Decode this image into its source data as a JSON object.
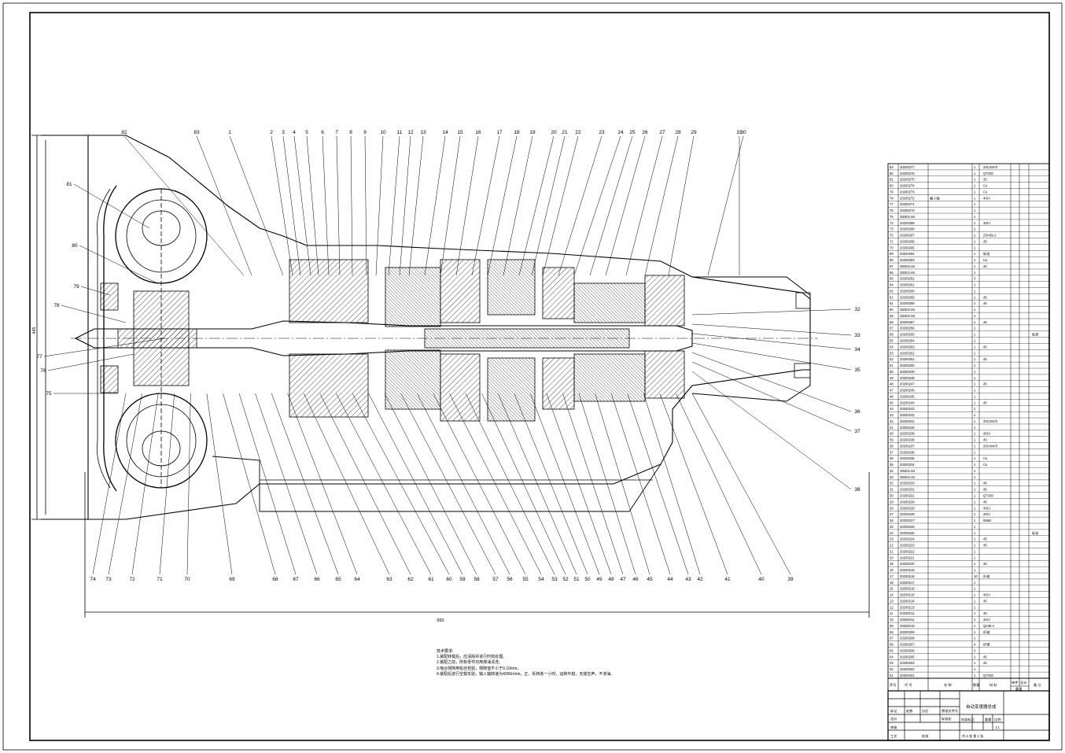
{
  "drawing": {
    "overall_width_dim": "950",
    "overall_height_dim": "445"
  },
  "callouts_top": [
    "82",
    "83",
    "1",
    "2",
    "3",
    "4",
    "5",
    "6",
    "7",
    "8",
    "9",
    "10",
    "11",
    "12",
    "13",
    "14",
    "15",
    "16",
    "17",
    "18",
    "19",
    "20",
    "21",
    "22",
    "23",
    "24",
    "25",
    "26",
    "27",
    "28",
    "29",
    "30",
    "31"
  ],
  "callouts_bottom": [
    "74",
    "73",
    "72",
    "71",
    "70",
    "69",
    "68",
    "67",
    "66",
    "65",
    "64",
    "63",
    "62",
    "61",
    "60",
    "59",
    "58",
    "57",
    "56",
    "55",
    "54",
    "53",
    "52",
    "51",
    "50",
    "49",
    "48",
    "47",
    "46",
    "45",
    "44",
    "43",
    "42",
    "41",
    "40",
    "39"
  ],
  "callouts_left": [
    "81",
    "80",
    "79",
    "78",
    "77",
    "76",
    "75"
  ],
  "callouts_right": [
    "32",
    "33",
    "34",
    "35",
    "36",
    "37",
    "38"
  ],
  "notes": {
    "title": "技术要求:",
    "lines": [
      "1.装配转载后，应清除并进行时效处理。",
      "2.装配之前，所有零件均用煤油清洗。",
      "3.啮合侧隙用铅丝检验，侧隙值不小于0.10mm。",
      "4.装配后进行空载实验，输入轴转速为4000r/min，正、反转各一小时，运转平稳，无撞击声，不渗油。"
    ]
  },
  "bom": {
    "rows": [
      {
        "no": "83",
        "code": "20200277",
        "name": "",
        "qty": "1",
        "mat": "20CrMnTi",
        "note": ""
      },
      {
        "no": "82",
        "code": "20200276",
        "name": "",
        "qty": "1",
        "mat": "QT330",
        "note": ""
      },
      {
        "no": "81",
        "code": "20200275",
        "name": "",
        "qty": "1",
        "mat": "35",
        "note": ""
      },
      {
        "no": "80",
        "code": "20200274",
        "name": "",
        "qty": "1",
        "mat": "Cu",
        "note": ""
      },
      {
        "no": "79",
        "code": "20200273",
        "name": "",
        "qty": "1",
        "mat": "Cu",
        "note": ""
      },
      {
        "no": "78",
        "code": "20200272",
        "name": "输入轴",
        "qty": "1",
        "mat": "40Cr",
        "note": ""
      },
      {
        "no": "77",
        "code": "20200271",
        "name": "",
        "qty": "1",
        "mat": "",
        "note": ""
      },
      {
        "no": "76",
        "code": "20200270",
        "name": "",
        "qty": "1",
        "mat": "",
        "note": ""
      },
      {
        "no": "75",
        "code": "GB301-84",
        "name": "",
        "qty": "1",
        "mat": "",
        "note": ""
      },
      {
        "no": "74",
        "code": "20200269",
        "name": "",
        "qty": "1",
        "mat": "40Cr",
        "note": ""
      },
      {
        "no": "73",
        "code": "20200268",
        "name": "",
        "qty": "1",
        "mat": "",
        "note": ""
      },
      {
        "no": "72",
        "code": "20200267",
        "name": "",
        "qty": "1",
        "mat": "ZSnSb-2",
        "note": ""
      },
      {
        "no": "71",
        "code": "20200266",
        "name": "",
        "qty": "1",
        "mat": "45",
        "note": ""
      },
      {
        "no": "70",
        "code": "20200265",
        "name": "",
        "qty": "1",
        "mat": "",
        "note": ""
      },
      {
        "no": "69",
        "code": "20200264",
        "name": "",
        "qty": "1",
        "mat": "标准",
        "note": ""
      },
      {
        "no": "68",
        "code": "20200263",
        "name": "",
        "qty": "1",
        "mat": "Cu",
        "note": ""
      },
      {
        "no": "67",
        "code": "GB301-84",
        "name": "",
        "qty": "1",
        "mat": "45",
        "note": ""
      },
      {
        "no": "66",
        "code": "GB301-84",
        "name": "",
        "qty": "1",
        "mat": "",
        "note": ""
      },
      {
        "no": "65",
        "code": "20200262",
        "name": "",
        "qty": "3",
        "mat": "",
        "note": ""
      },
      {
        "no": "64",
        "code": "20200261",
        "name": "",
        "qty": "1",
        "mat": "",
        "note": ""
      },
      {
        "no": "63",
        "code": "20200260",
        "name": "",
        "qty": "1",
        "mat": "",
        "note": ""
      },
      {
        "no": "62",
        "code": "20200259",
        "name": "",
        "qty": "1",
        "mat": "45",
        "note": ""
      },
      {
        "no": "61",
        "code": "20200258",
        "name": "",
        "qty": "1",
        "mat": "45",
        "note": ""
      },
      {
        "no": "60",
        "code": "GB301-84",
        "name": "",
        "qty": "1",
        "mat": "",
        "note": ""
      },
      {
        "no": "59",
        "code": "GB301-84",
        "name": "",
        "qty": "1",
        "mat": "",
        "note": ""
      },
      {
        "no": "58",
        "code": "20200257",
        "name": "",
        "qty": "1",
        "mat": "45",
        "note": ""
      },
      {
        "no": "57",
        "code": "20200256",
        "name": "",
        "qty": "1",
        "mat": "",
        "note": ""
      },
      {
        "no": "56",
        "code": "20200255",
        "name": "",
        "qty": "1",
        "mat": "",
        "note": "标准"
      },
      {
        "no": "55",
        "code": "20200254",
        "name": "",
        "qty": "1",
        "mat": "",
        "note": ""
      },
      {
        "no": "54",
        "code": "20200253",
        "name": "",
        "qty": "1",
        "mat": "45",
        "note": ""
      },
      {
        "no": "53",
        "code": "20200252",
        "name": "",
        "qty": "1",
        "mat": "",
        "note": ""
      },
      {
        "no": "52",
        "code": "20200251",
        "name": "",
        "qty": "1",
        "mat": "45",
        "note": ""
      },
      {
        "no": "51",
        "code": "20200250",
        "name": "",
        "qty": "1",
        "mat": "",
        "note": ""
      },
      {
        "no": "50",
        "code": "20200249",
        "name": "",
        "qty": "1",
        "mat": "",
        "note": ""
      },
      {
        "no": "49",
        "code": "20200248",
        "name": "",
        "qty": "1",
        "mat": "",
        "note": ""
      },
      {
        "no": "48",
        "code": "20200247",
        "name": "",
        "qty": "1",
        "mat": "45",
        "note": ""
      },
      {
        "no": "47",
        "code": "20200246",
        "name": "",
        "qty": "1",
        "mat": "",
        "note": ""
      },
      {
        "no": "46",
        "code": "20200245",
        "name": "",
        "qty": "1",
        "mat": "",
        "note": ""
      },
      {
        "no": "45",
        "code": "20200244",
        "name": "",
        "qty": "1",
        "mat": "45",
        "note": ""
      },
      {
        "no": "44",
        "code": "20200243",
        "name": "",
        "qty": "1",
        "mat": "",
        "note": ""
      },
      {
        "no": "43",
        "code": "20200242",
        "name": "",
        "qty": "1",
        "mat": "",
        "note": ""
      },
      {
        "no": "42",
        "code": "20200241",
        "name": "",
        "qty": "1",
        "mat": "20CrMnTi",
        "note": ""
      },
      {
        "no": "41",
        "code": "20200240",
        "name": "",
        "qty": "1",
        "mat": "",
        "note": ""
      },
      {
        "no": "40",
        "code": "20200239",
        "name": "",
        "qty": "1",
        "mat": "40Cr",
        "note": ""
      },
      {
        "no": "39",
        "code": "20200238",
        "name": "",
        "qty": "1",
        "mat": "45",
        "note": ""
      },
      {
        "no": "38",
        "code": "20200237",
        "name": "",
        "qty": "1",
        "mat": "20CrMnTi",
        "note": ""
      },
      {
        "no": "37",
        "code": "20200236",
        "name": "",
        "qty": "1",
        "mat": "",
        "note": ""
      },
      {
        "no": "36",
        "code": "20200235",
        "name": "",
        "qty": "1",
        "mat": "Cu",
        "note": ""
      },
      {
        "no": "35",
        "code": "20200234",
        "name": "",
        "qty": "1",
        "mat": "Cu",
        "note": ""
      },
      {
        "no": "34",
        "code": "GB301-84",
        "name": "",
        "qty": "1",
        "mat": "",
        "note": ""
      },
      {
        "no": "33",
        "code": "GB301-84",
        "name": "",
        "qty": "1",
        "mat": "",
        "note": ""
      },
      {
        "no": "32",
        "code": "20200233",
        "name": "",
        "qty": "1",
        "mat": "45",
        "note": ""
      },
      {
        "no": "31",
        "code": "20200232",
        "name": "",
        "qty": "1",
        "mat": "45",
        "note": ""
      },
      {
        "no": "30",
        "code": "20200231",
        "name": "",
        "qty": "1",
        "mat": "QT330",
        "note": ""
      },
      {
        "no": "29",
        "code": "20200230",
        "name": "",
        "qty": "1",
        "mat": "45",
        "note": ""
      },
      {
        "no": "28",
        "code": "20200229",
        "name": "",
        "qty": "1",
        "mat": "40Cr",
        "note": ""
      },
      {
        "no": "27",
        "code": "20200228",
        "name": "",
        "qty": "1",
        "mat": "40Cr",
        "note": ""
      },
      {
        "no": "26",
        "code": "20200227",
        "name": "",
        "qty": "1",
        "mat": "65Mn",
        "note": ""
      },
      {
        "no": "25",
        "code": "20200226",
        "name": "",
        "qty": "1",
        "mat": "",
        "note": ""
      },
      {
        "no": "24",
        "code": "20200225",
        "name": "",
        "qty": "1",
        "mat": "",
        "note": "标准"
      },
      {
        "no": "23",
        "code": "20200224",
        "name": "",
        "qty": "1",
        "mat": "45",
        "note": ""
      },
      {
        "no": "22",
        "code": "20200223",
        "name": "",
        "qty": "1",
        "mat": "45",
        "note": ""
      },
      {
        "no": "21",
        "code": "20200222",
        "name": "",
        "qty": "1",
        "mat": "",
        "note": ""
      },
      {
        "no": "20",
        "code": "20200221",
        "name": "",
        "qty": "1",
        "mat": "",
        "note": ""
      },
      {
        "no": "19",
        "code": "20200220",
        "name": "",
        "qty": "1",
        "mat": "45",
        "note": ""
      },
      {
        "no": "18",
        "code": "20200219",
        "name": "",
        "qty": "1",
        "mat": "",
        "note": ""
      },
      {
        "no": "17",
        "code": "20200218",
        "name": "",
        "qty": "10",
        "mat": "纤维",
        "note": ""
      },
      {
        "no": "16",
        "code": "20200217",
        "name": "",
        "qty": "1",
        "mat": "",
        "note": ""
      },
      {
        "no": "15",
        "code": "20200216",
        "name": "",
        "qty": "1",
        "mat": "",
        "note": ""
      },
      {
        "no": "14",
        "code": "20200215",
        "name": "",
        "qty": "1",
        "mat": "40Cr",
        "note": ""
      },
      {
        "no": "13",
        "code": "20200214",
        "name": "",
        "qty": "1",
        "mat": "45",
        "note": ""
      },
      {
        "no": "12",
        "code": "20200213",
        "name": "",
        "qty": "1",
        "mat": "",
        "note": ""
      },
      {
        "no": "11",
        "code": "20200212",
        "name": "",
        "qty": "1",
        "mat": "45",
        "note": ""
      },
      {
        "no": "10",
        "code": "20200211",
        "name": "",
        "qty": "1",
        "mat": "40Cr",
        "note": ""
      },
      {
        "no": "09",
        "code": "20200210",
        "name": "",
        "qty": "1",
        "mat": "Q235-A",
        "note": ""
      },
      {
        "no": "08",
        "code": "20200209",
        "name": "",
        "qty": "1",
        "mat": "纤维",
        "note": ""
      },
      {
        "no": "07",
        "code": "20200208",
        "name": "",
        "qty": "1",
        "mat": "",
        "note": ""
      },
      {
        "no": "06",
        "code": "20200207",
        "name": "",
        "qty": "4",
        "mat": "纤维",
        "note": ""
      },
      {
        "no": "05",
        "code": "20200206",
        "name": "",
        "qty": "3",
        "mat": "",
        "note": ""
      },
      {
        "no": "04",
        "code": "20200205",
        "name": "",
        "qty": "1",
        "mat": "45",
        "note": ""
      },
      {
        "no": "03",
        "code": "20200203",
        "name": "",
        "qty": "1",
        "mat": "45",
        "note": ""
      },
      {
        "no": "02",
        "code": "20200202",
        "name": "",
        "qty": "1",
        "mat": "",
        "note": ""
      },
      {
        "no": "01",
        "code": "20200201",
        "name": "",
        "qty": "1",
        "mat": "QT330",
        "note": ""
      }
    ],
    "header": {
      "no": "序号",
      "code": "代  号",
      "name": "名  称",
      "qty": "数量",
      "mat": "材  料",
      "unit_mass": "单件",
      "total_mass": "总计",
      "mass": "重量",
      "note": "备 注"
    }
  },
  "title_block": {
    "drawing_title": "自动变速器总成",
    "scale_label": "比例",
    "scale": "1:1",
    "sheet_info": "共 6 张  第 1 张",
    "stage_label": "阶段标记",
    "weight_label": "重量",
    "design": "设计",
    "standard": "标准化",
    "review": "审核",
    "process": "工艺",
    "approve": "批准",
    "mark": "标记",
    "count": "处数",
    "zone": "分区",
    "change_doc": "更改文件号"
  }
}
